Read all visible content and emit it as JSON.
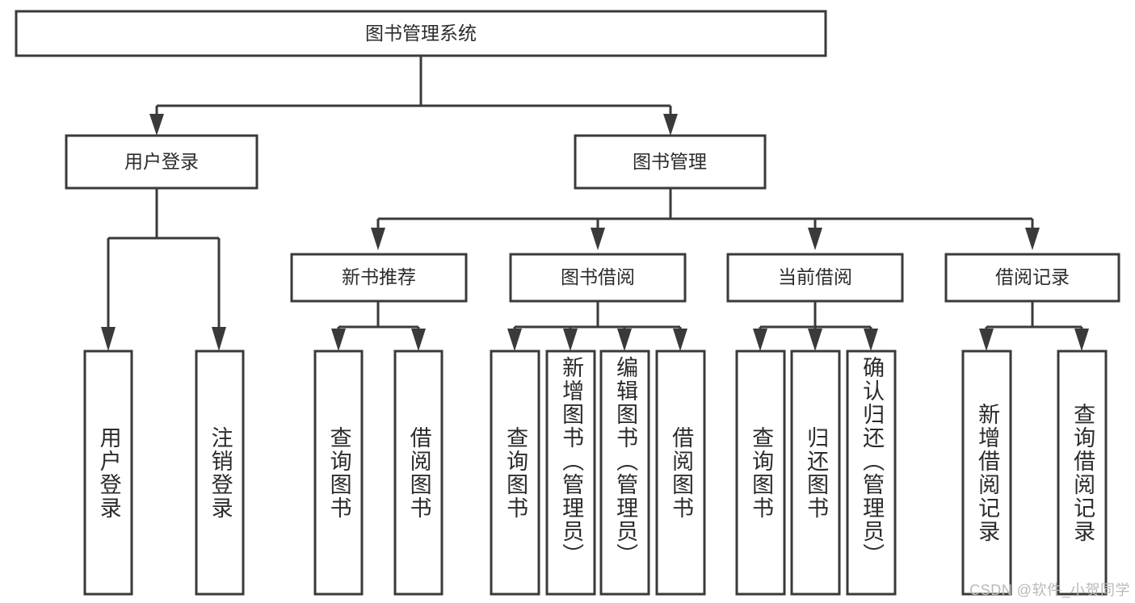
{
  "diagram": {
    "title": "图书管理系统",
    "type": "tree-hierarchy-chart",
    "root": {
      "label": "图书管理系统"
    },
    "level2": [
      {
        "label": "用户登录"
      },
      {
        "label": "图书管理"
      }
    ],
    "level3": [
      {
        "label": "新书推荐"
      },
      {
        "label": "图书借阅"
      },
      {
        "label": "当前借阅"
      },
      {
        "label": "借阅记录"
      }
    ],
    "leaves": {
      "user_login": [
        {
          "label": "用户登录"
        },
        {
          "label": "注销登录"
        }
      ],
      "new_book_recommend": [
        {
          "label": "查询图书"
        },
        {
          "label": "借阅图书"
        }
      ],
      "book_borrow": [
        {
          "label": "查询图书"
        },
        {
          "label": "新增图书（管理员）"
        },
        {
          "label": "编辑图书（管理员）"
        },
        {
          "label": "借阅图书"
        }
      ],
      "current_borrow": [
        {
          "label": "查询图书"
        },
        {
          "label": "归还图书"
        },
        {
          "label": "确认归还（管理员）"
        }
      ],
      "borrow_record": [
        {
          "label": "新增借阅记录"
        },
        {
          "label": "查询借阅记录"
        }
      ]
    }
  },
  "watermark": {
    "text": "CSDN @软件_小贺同学"
  },
  "colors": {
    "stroke": "#3a3a3a",
    "box_fill": "#ffffff",
    "text": "#2b2b2b",
    "watermark": "#b9b9b9",
    "background": "#ffffff"
  }
}
